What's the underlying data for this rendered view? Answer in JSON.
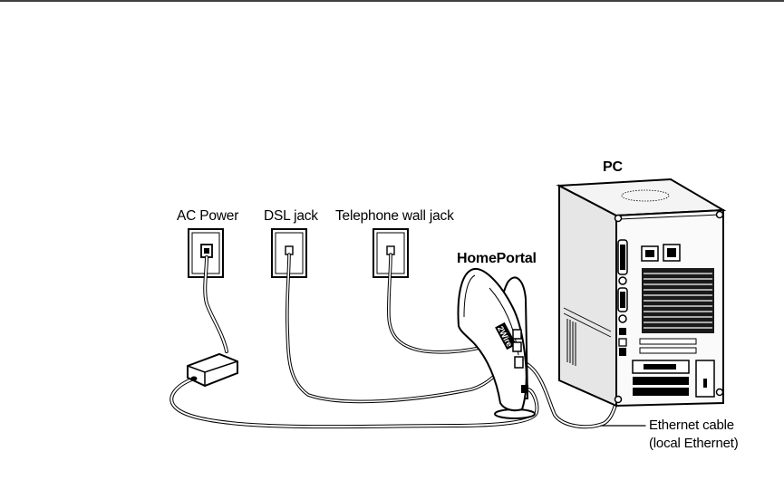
{
  "labels": {
    "pc": "PC",
    "ac_power": "AC Power",
    "dsl_jack": "DSL jack",
    "telephone_wall_jack": "Telephone wall jack",
    "homeportal": "HomePortal",
    "ethernet_cable_line1": "Ethernet cable",
    "ethernet_cable_line2": "(local Ethernet)",
    "device_brand": "2Wire"
  },
  "colors": {
    "line": "#000000",
    "background": "#ffffff",
    "pc_side": "#e6e6e6",
    "pc_back": "#f4f4f4",
    "grille": "#1a1a1a"
  }
}
